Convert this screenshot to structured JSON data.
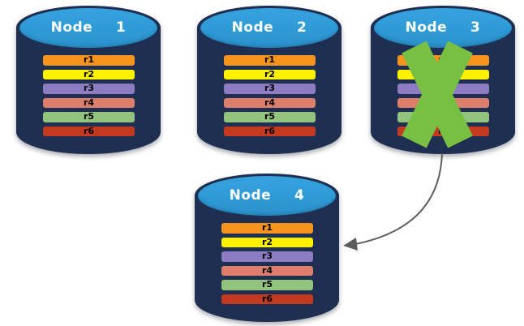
{
  "nodes": [
    {
      "title": "Node  1",
      "rows": [
        {
          "label": "r1",
          "color": "#F7941E"
        },
        {
          "label": "r2",
          "color": "#FDF000"
        },
        {
          "label": "r3",
          "color": "#8E7CC3"
        },
        {
          "label": "r4",
          "color": "#DC7E6B"
        },
        {
          "label": "r5",
          "color": "#93C47D"
        },
        {
          "label": "r6",
          "color": "#C43A21"
        }
      ]
    },
    {
      "title": "Node  2",
      "rows": [
        {
          "label": "r1",
          "color": "#F7941E"
        },
        {
          "label": "r2",
          "color": "#FDF000"
        },
        {
          "label": "r3",
          "color": "#8E7CC3"
        },
        {
          "label": "r4",
          "color": "#DC7E6B"
        },
        {
          "label": "r5",
          "color": "#93C47D"
        },
        {
          "label": "r6",
          "color": "#C43A21"
        }
      ]
    },
    {
      "title": "Node  3",
      "failed": true,
      "rows": [
        {
          "label": "r1",
          "color": "#F7941E"
        },
        {
          "label": "r2",
          "color": "#FDF000"
        },
        {
          "label": "r3",
          "color": "#8E7CC3"
        },
        {
          "label": "r4",
          "color": "#DC7E6B"
        },
        {
          "label": "r5",
          "color": "#93C47D"
        },
        {
          "label": "r6",
          "color": "#C43A21"
        }
      ]
    },
    {
      "title": "Node  4",
      "rows": [
        {
          "label": "r1",
          "color": "#F7941E"
        },
        {
          "label": "r2",
          "color": "#FDF000"
        },
        {
          "label": "r3",
          "color": "#8E7CC3"
        },
        {
          "label": "r4",
          "color": "#DC7E6B"
        },
        {
          "label": "r5",
          "color": "#93C47D"
        },
        {
          "label": "r6",
          "color": "#C43A21"
        }
      ]
    }
  ],
  "failure_mark": {
    "on_node": "Node 3",
    "icon": "x-cross",
    "color": "#77C043"
  },
  "arrow": {
    "from": "Node 3",
    "to": "Node 4",
    "color": "#5E5E5E"
  },
  "palette": {
    "cylinder_body": "#1E2F51",
    "cylinder_cap": "#2E9AD5",
    "background": "#FFFFFF",
    "row_text": "#000000",
    "title_text": "#FFFFFF"
  }
}
